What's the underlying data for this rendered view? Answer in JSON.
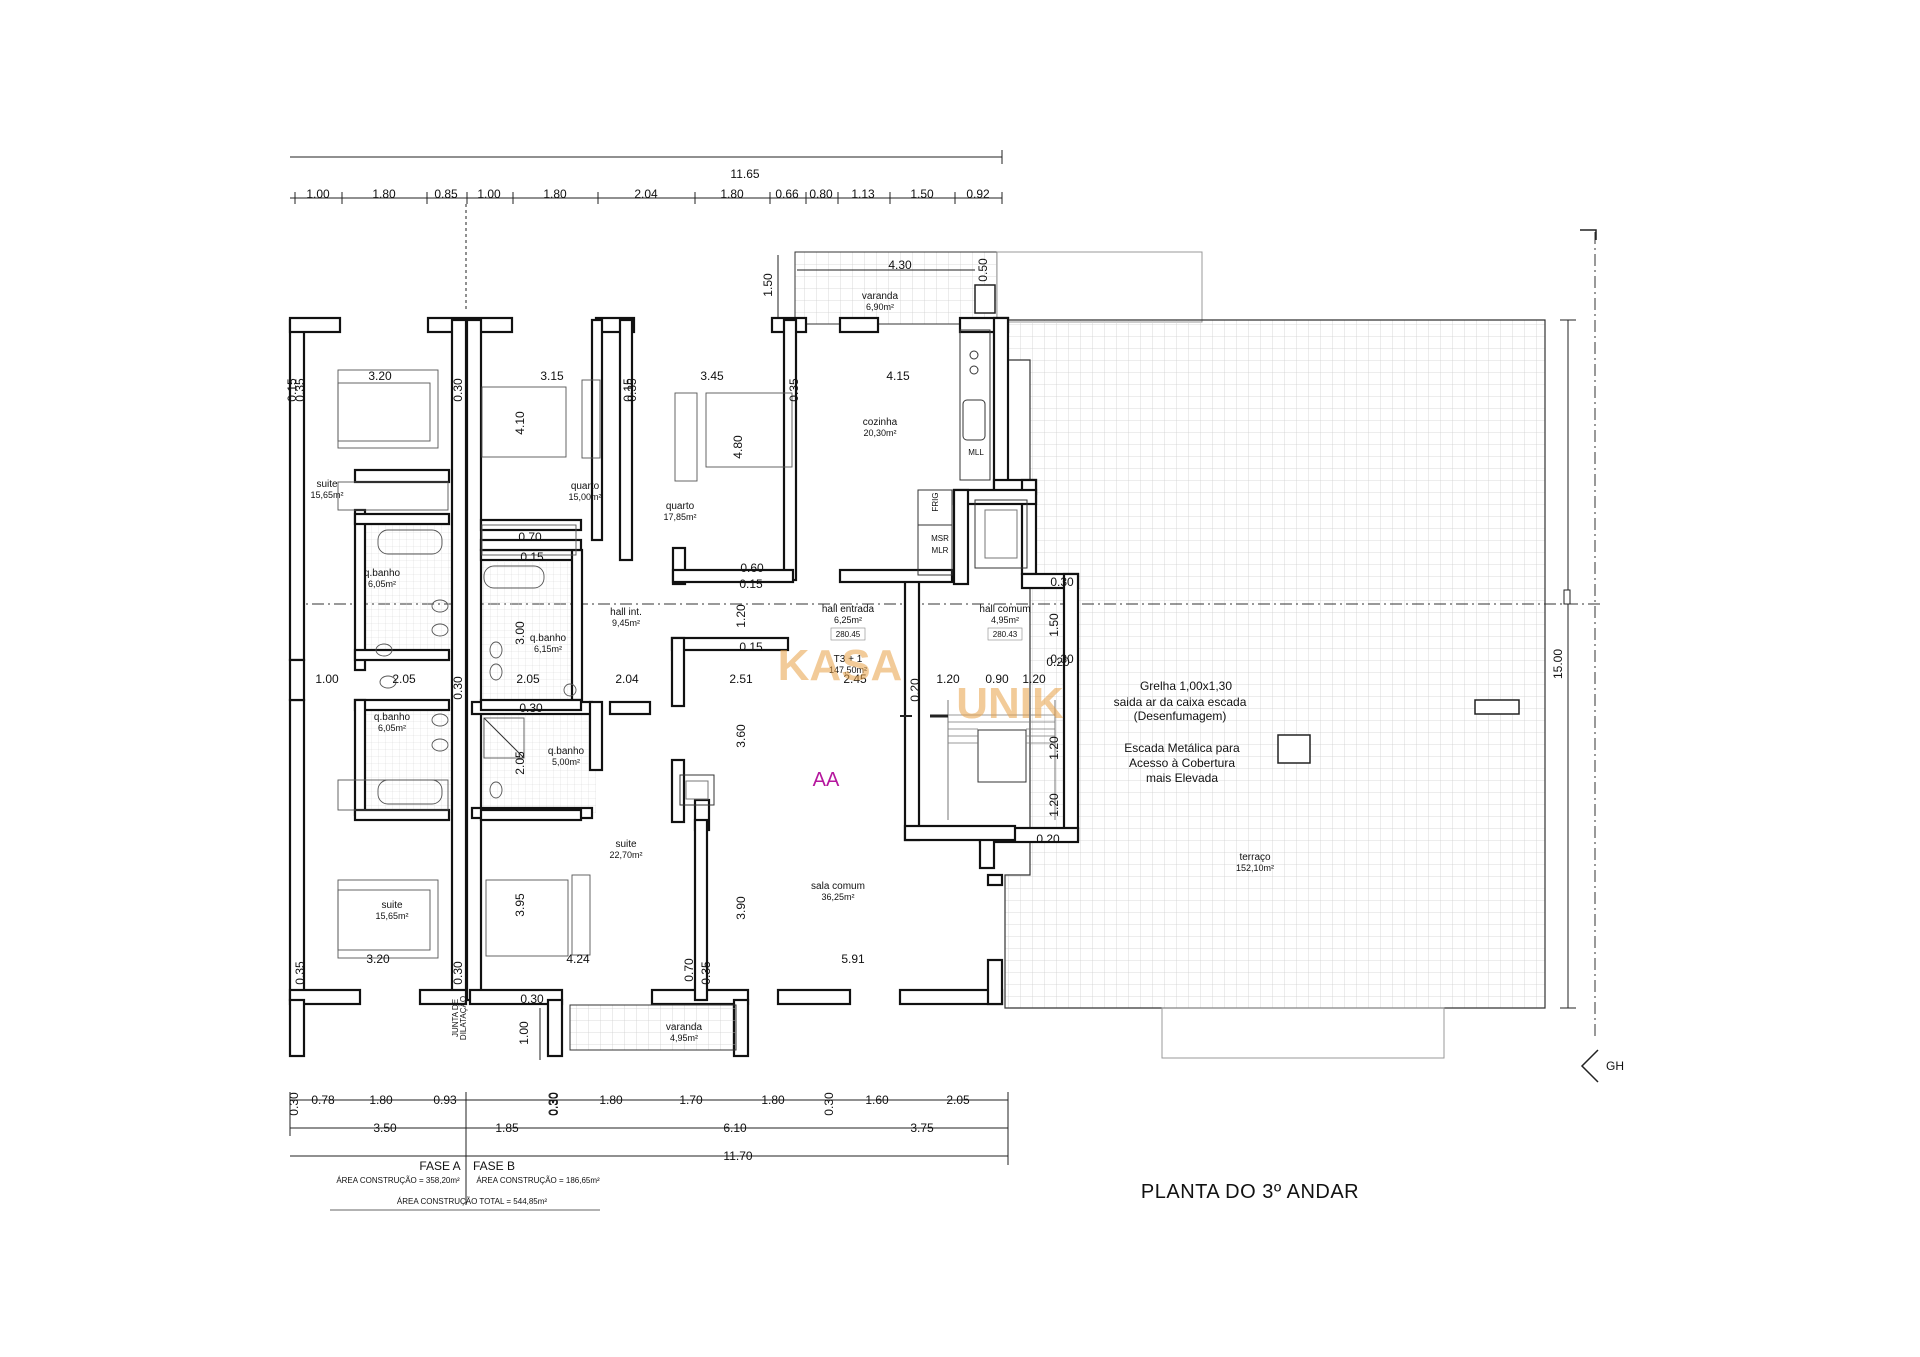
{
  "title": "PLANTA DO 3º ANDAR",
  "north_label": "GH",
  "watermark": {
    "line1": "KASA",
    "line2": "UNIK"
  },
  "marker": "AA",
  "typology": {
    "label": "T3 + 1",
    "area": "147,50m²"
  },
  "top_dims": {
    "total": "11.65",
    "segments": [
      "1.00",
      "1.80",
      "0.85",
      "1.00",
      "1.80",
      "2.04",
      "1.80",
      "0.66",
      "0.80",
      "1.13",
      "1.50",
      "0.92"
    ]
  },
  "bottom_dims": {
    "row1": [
      "0.30",
      "0.78",
      "1.80",
      "0.93",
      "0.30",
      "1.80",
      "1.70",
      "1.80",
      "0.30",
      "0.30",
      "1.60",
      "2.05"
    ],
    "row2": [
      "3.50",
      "1.85",
      "6.10",
      "3.75"
    ],
    "total": "11.70"
  },
  "side_dims": {
    "right": "15.00",
    "varanda_top": "1.50",
    "varanda_bottom": "1.00"
  },
  "rooms": [
    {
      "id": "varanda-top",
      "name": "varanda",
      "area": "6,90m²"
    },
    {
      "id": "cozinha",
      "name": "cozinha",
      "area": "20,30m²"
    },
    {
      "id": "suite-1",
      "name": "suite",
      "area": "15,65m²"
    },
    {
      "id": "quarto-1",
      "name": "quarto",
      "area": "15,00m²"
    },
    {
      "id": "quarto-2",
      "name": "quarto",
      "area": "17,85m²"
    },
    {
      "id": "qbanho-1",
      "name": "q.banho",
      "area": "6,05m²"
    },
    {
      "id": "qbanho-2",
      "name": "q.banho",
      "area": "6,15m²"
    },
    {
      "id": "hall-int",
      "name": "hall int.",
      "area": "9,45m²"
    },
    {
      "id": "hall-entrada",
      "name": "hall entrada",
      "area": "6,25m²",
      "level": "280.45"
    },
    {
      "id": "hall-comum",
      "name": "hall comum",
      "area": "4,95m²",
      "level": "280.43"
    },
    {
      "id": "qbanho-3",
      "name": "q.banho",
      "area": "6,05m²"
    },
    {
      "id": "qbanho-4",
      "name": "q.banho",
      "area": "5,00m²"
    },
    {
      "id": "suite-2",
      "name": "suite",
      "area": "22,70m²"
    },
    {
      "id": "suite-3",
      "name": "suite",
      "area": "15,65m²"
    },
    {
      "id": "sala-comum",
      "name": "sala comum",
      "area": "36,25m²"
    },
    {
      "id": "terraco",
      "name": "terraço",
      "area": "152,10m²"
    },
    {
      "id": "varanda-bottom",
      "name": "varanda",
      "area": "4,95m²"
    }
  ],
  "interior_dims": {
    "d320a": "3.20",
    "d315": "3.15",
    "d345": "3.45",
    "d415": "4.15",
    "d430": "4.30",
    "d410": "4.10",
    "d480": "4.80",
    "d070a": "0.70",
    "d060": "0.60",
    "d015a": "0.15",
    "d015b": "0.15",
    "d015c": "0.15",
    "d015d": "0.15",
    "d015e": "0.15",
    "d030a": "0.30",
    "d030b": "0.30",
    "d030c": "0.30",
    "d030d": "0.30",
    "d030e": "0.30",
    "d030f": "0.30",
    "d030g": "0.30",
    "d030h": "0.30",
    "d035a": "0.35",
    "d035b": "0.35",
    "d035c": "0.35",
    "d035d": "0.35",
    "d035e": "0.35",
    "d120a": "1.20",
    "d150b": "1.50",
    "d300": "3.00",
    "d100": "1.00",
    "d205a": "2.05",
    "d205b": "2.05",
    "d204": "2.04",
    "d251": "2.51",
    "d245": "2.45",
    "d020a": "0.20",
    "d120b": "1.20",
    "d090": "0.90",
    "d120c": "1.20",
    "d020b": "0.20",
    "d120d": "1.20",
    "d120e": "1.20",
    "d020c": "0.20",
    "d205c": "2.05",
    "d360": "3.60",
    "d390": "3.90",
    "d395": "3.95",
    "d424": "4.24",
    "d591": "5.91",
    "d070b": "0.70",
    "d320b": "3.20",
    "d050": "0.50"
  },
  "annotations": {
    "grelha": "Grelha 1,00x1,30",
    "grelha2": "saida ar da caixa escada",
    "grelha3": "(Desenfumagem)",
    "escada1": "Escada Metálica para",
    "escada2": "Acesso à Cobertura",
    "escada3": "mais Elevada",
    "junta1": "JUNTA DE",
    "junta2": "DILATAÇÃO",
    "frig": "FRIG",
    "mll": "MLL",
    "msr": "MSR",
    "mlr": "MLR"
  },
  "phases": {
    "fase_a": "FASE A",
    "fase_b": "FASE B",
    "area_a": "ÁREA CONSTRUÇÃO = 358,20m²",
    "area_b": "ÁREA CONSTRUÇÃO = 186,65m²",
    "area_total": "ÁREA CONSTRUÇÃO TOTAL = 544,85m²"
  }
}
